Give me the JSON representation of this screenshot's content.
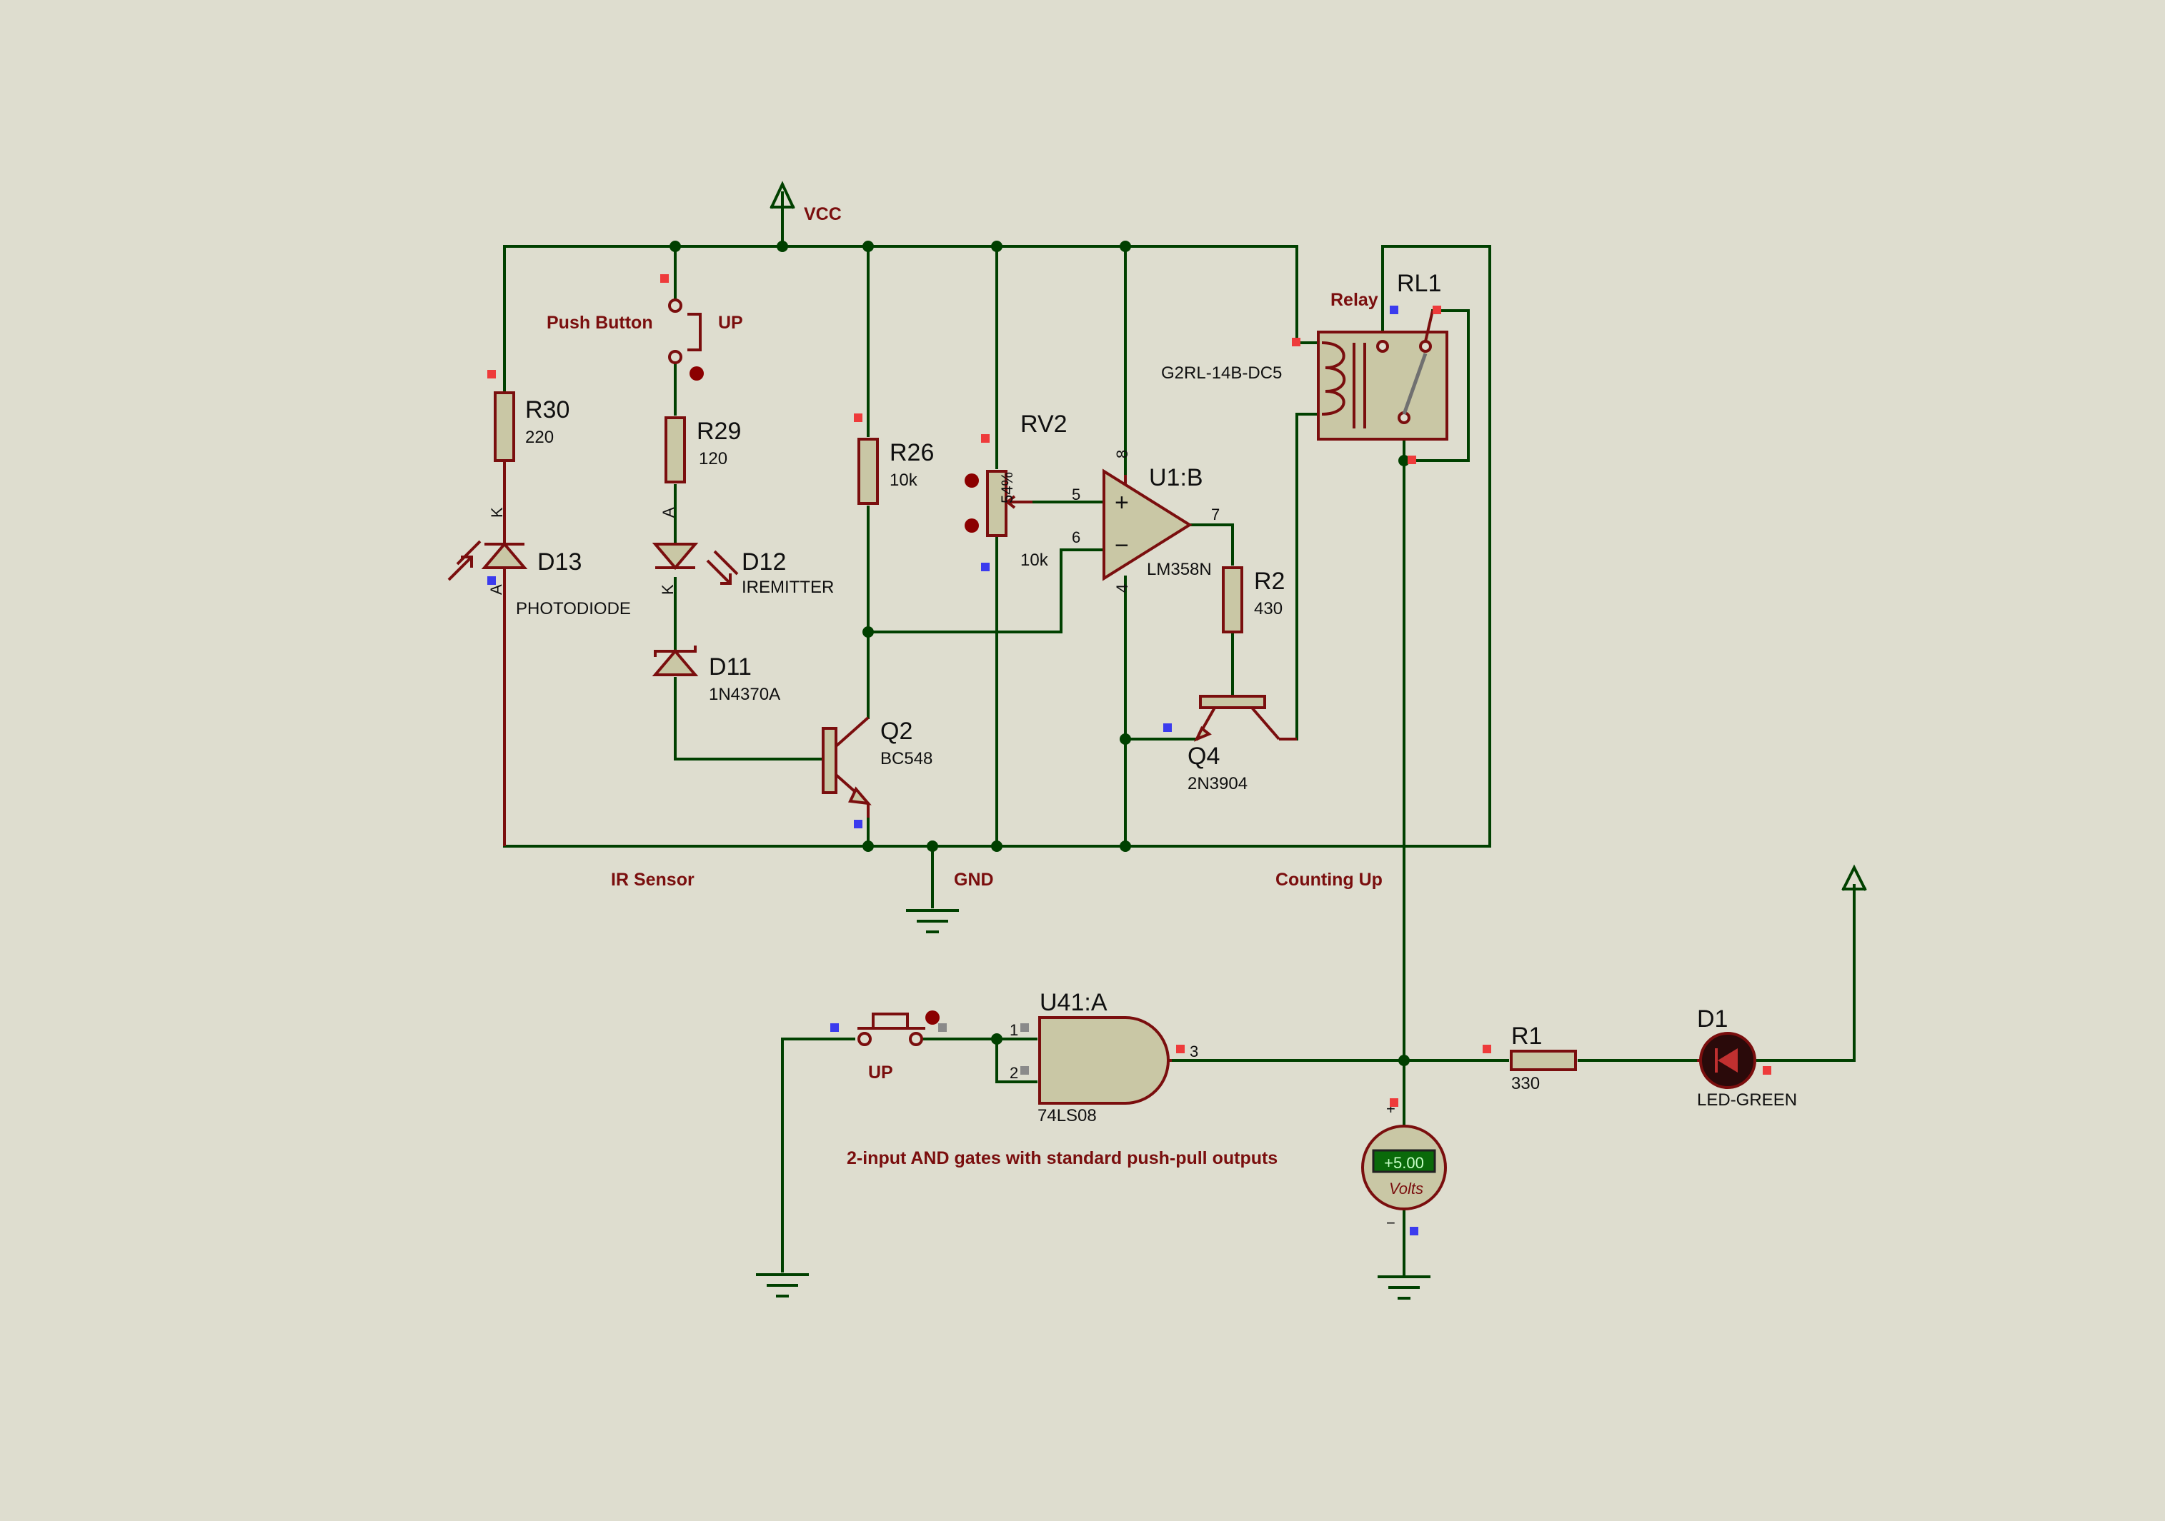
{
  "labels": {
    "vcc": "VCC",
    "gnd": "GND",
    "push_button": "Push Button",
    "up": "UP",
    "up2": "UP",
    "ir_sensor": "IR Sensor",
    "counting_up": "Counting Up",
    "relay": "Relay",
    "and_desc": "2-input AND gates with standard push-pull outputs"
  },
  "components": {
    "r30": {
      "ref": "R30",
      "value": "220"
    },
    "r29": {
      "ref": "R29",
      "value": "120"
    },
    "r26": {
      "ref": "R26",
      "value": "10k"
    },
    "rv2": {
      "ref": "RV2",
      "value": "10k",
      "wiper": "54%"
    },
    "r2": {
      "ref": "R2",
      "value": "430"
    },
    "r1": {
      "ref": "R1",
      "value": "330"
    },
    "d13": {
      "ref": "D13",
      "value": "PHOTODIODE"
    },
    "d12": {
      "ref": "D12",
      "value": "IREMITTER"
    },
    "d11": {
      "ref": "D11",
      "value": "1N4370A"
    },
    "d1": {
      "ref": "D1",
      "value": "LED-GREEN"
    },
    "q2": {
      "ref": "Q2",
      "value": "BC548"
    },
    "q4": {
      "ref": "Q4",
      "value": "2N3904"
    },
    "u1b": {
      "ref": "U1:B",
      "value": "LM358N"
    },
    "u41a": {
      "ref": "U41:A",
      "value": "74LS08"
    },
    "rl1": {
      "ref": "RL1",
      "value": "G2RL-14B-DC5"
    },
    "voltmeter": {
      "reading": "+5.00",
      "unit": "Volts"
    }
  },
  "pins": {
    "p5": "5",
    "p6": "6",
    "p7": "7",
    "p8": "8",
    "p4": "4",
    "g1": "1",
    "g2": "2",
    "g3": "3",
    "k": "K",
    "a": "A",
    "plus": "+",
    "minus": "−"
  },
  "colors": {
    "background": "#deddcf",
    "wire": "#004000",
    "component": "#7a0e0e",
    "body_fill": "#c9c7a5",
    "meter_display": "#1a9e1a"
  }
}
